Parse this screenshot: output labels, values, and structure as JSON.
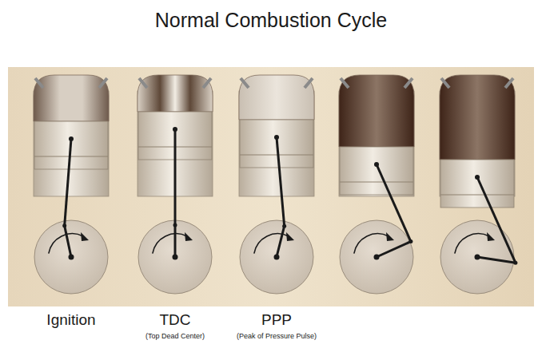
{
  "diagram": {
    "title": "Normal Combustion Cycle",
    "labels": [
      "Ignition",
      "TDC",
      "(Top Dead Center)",
      "PPP",
      "(Peak of Pressure Pulse)"
    ]
  }
}
